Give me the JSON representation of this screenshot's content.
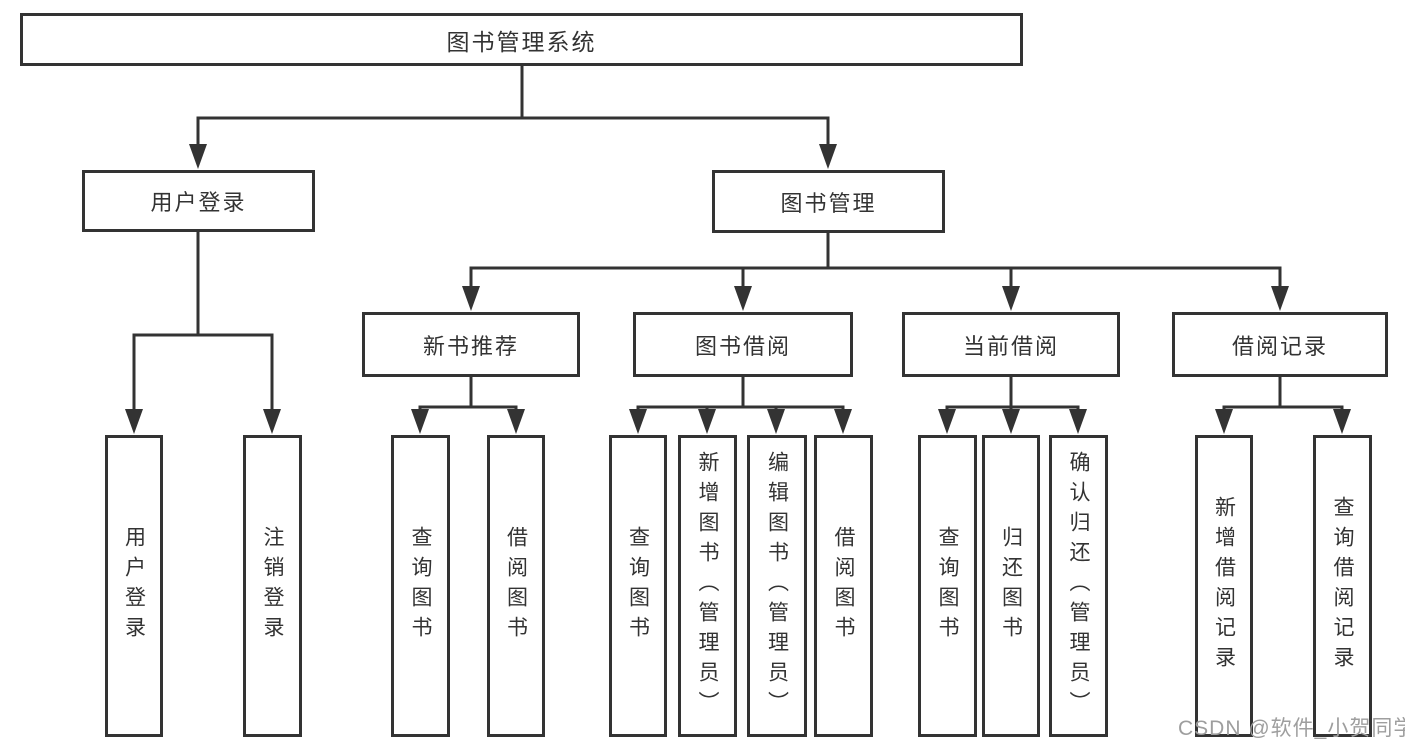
{
  "diagram": {
    "type": "hierarchy-tree",
    "colors": {
      "line": "#333333",
      "text": "#333333",
      "background": "#ffffff",
      "watermark": "#9e9e9e"
    },
    "hierarchy": {
      "label": "图书管理系统",
      "children": [
        {
          "label": "用户登录",
          "children": [
            {
              "label": "用户登录"
            },
            {
              "label": "注销登录"
            }
          ]
        },
        {
          "label": "图书管理",
          "children": [
            {
              "label": "新书推荐",
              "children": [
                {
                  "label": "查询图书"
                },
                {
                  "label": "借阅图书"
                }
              ]
            },
            {
              "label": "图书借阅",
              "children": [
                {
                  "label": "查询图书"
                },
                {
                  "label": "新增图书（管理员）"
                },
                {
                  "label": "编辑图书（管理员）"
                },
                {
                  "label": "借阅图书"
                }
              ]
            },
            {
              "label": "当前借阅",
              "children": [
                {
                  "label": "查询图书"
                },
                {
                  "label": "归还图书"
                },
                {
                  "label": "确认归还（管理员）"
                }
              ]
            },
            {
              "label": "借阅记录",
              "children": [
                {
                  "label": "新增借阅记录"
                },
                {
                  "label": "查询借阅记录"
                }
              ]
            }
          ]
        }
      ]
    }
  },
  "nodes": {
    "root": {
      "label": "图书管理系统"
    },
    "login": {
      "label": "用户登录"
    },
    "manage": {
      "label": "图书管理"
    },
    "login_action": {
      "label": "用户登录"
    },
    "logout": {
      "label": "注销登录"
    },
    "recommend": {
      "label": "新书推荐"
    },
    "borrow": {
      "label": "图书借阅"
    },
    "current": {
      "label": "当前借阅"
    },
    "records": {
      "label": "借阅记录"
    },
    "rec_query": {
      "label": "查询图书"
    },
    "rec_borrow": {
      "label": "借阅图书"
    },
    "borrow_query": {
      "label": "查询图书"
    },
    "borrow_add": {
      "label": "新增图书（管理员）"
    },
    "borrow_edit": {
      "label": "编辑图书（管理员）"
    },
    "borrow_do": {
      "label": "借阅图书"
    },
    "cur_query": {
      "label": "查询图书"
    },
    "cur_return": {
      "label": "归还图书"
    },
    "cur_confirm": {
      "label": "确认归还（管理员）"
    },
    "records_add": {
      "label": "新增借阅记录"
    },
    "records_query": {
      "label": "查询借阅记录"
    }
  },
  "watermark": {
    "text": "CSDN @软件_小贺同学"
  }
}
